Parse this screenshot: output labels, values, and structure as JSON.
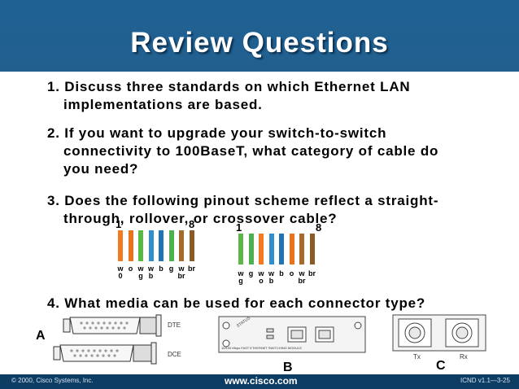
{
  "slide": {
    "title": "Review Questions",
    "questions": [
      {
        "line1": "1. Discuss three standards on which Ethernet LAN",
        "line2": "implementations are based."
      },
      {
        "line1": "2. If you want to upgrade your switch-to-switch",
        "line2": "connectivity to 100BaseT, what category of cable do",
        "line3": "you need?"
      },
      {
        "line1": "3. Does the following pinout scheme reflect a straight-",
        "line2": "through, rollover, or crossover cable?"
      },
      {
        "line1": "4. What media can be used for each connector type?"
      }
    ]
  },
  "pinout": {
    "left": {
      "pin_first": "1",
      "pin_last": "8",
      "labels": [
        {
          "top": "w",
          "bottom": "0"
        },
        {
          "top": "o",
          "bottom": ""
        },
        {
          "top": "w",
          "bottom": "g"
        },
        {
          "top": "w",
          "bottom": "b"
        },
        {
          "top": "b",
          "bottom": ""
        },
        {
          "top": "g",
          "bottom": ""
        },
        {
          "top": "w",
          "bottom": "br"
        },
        {
          "top": "br",
          "bottom": ""
        }
      ],
      "colors": [
        "#f47a1f",
        "#e8731c",
        "#5bb847",
        "#2f8fce",
        "#1f74b8",
        "#4caf50",
        "#a66a2a",
        "#8c5a24"
      ]
    },
    "right": {
      "pin_first": "1",
      "pin_last": "8",
      "labels": [
        {
          "top": "w",
          "bottom": "g"
        },
        {
          "top": "g",
          "bottom": ""
        },
        {
          "top": "w",
          "bottom": "o"
        },
        {
          "top": "w",
          "bottom": "b"
        },
        {
          "top": "b",
          "bottom": ""
        },
        {
          "top": "o",
          "bottom": ""
        },
        {
          "top": "w",
          "bottom": "br"
        },
        {
          "top": "br",
          "bottom": ""
        }
      ],
      "colors": [
        "#5bb847",
        "#4caf50",
        "#f47a1f",
        "#2f8fce",
        "#1f74b8",
        "#e8731c",
        "#a66a2a",
        "#8c5a24"
      ]
    }
  },
  "connectors": {
    "a_letter": "A",
    "dte_label": "DTE",
    "dce_label": "DCE",
    "b_letter": "B",
    "b_module_text": "10/100 Mbps FAST ETHERNET SWITCHING MODULE",
    "b_status": "STATUS",
    "c_letter": "C",
    "c_tx": "Tx",
    "c_rx": "Rx"
  },
  "footer": {
    "copyright": "© 2000, Cisco Systems, Inc.",
    "url": "www.cisco.com",
    "course": "ICND v1.1—3-25"
  }
}
